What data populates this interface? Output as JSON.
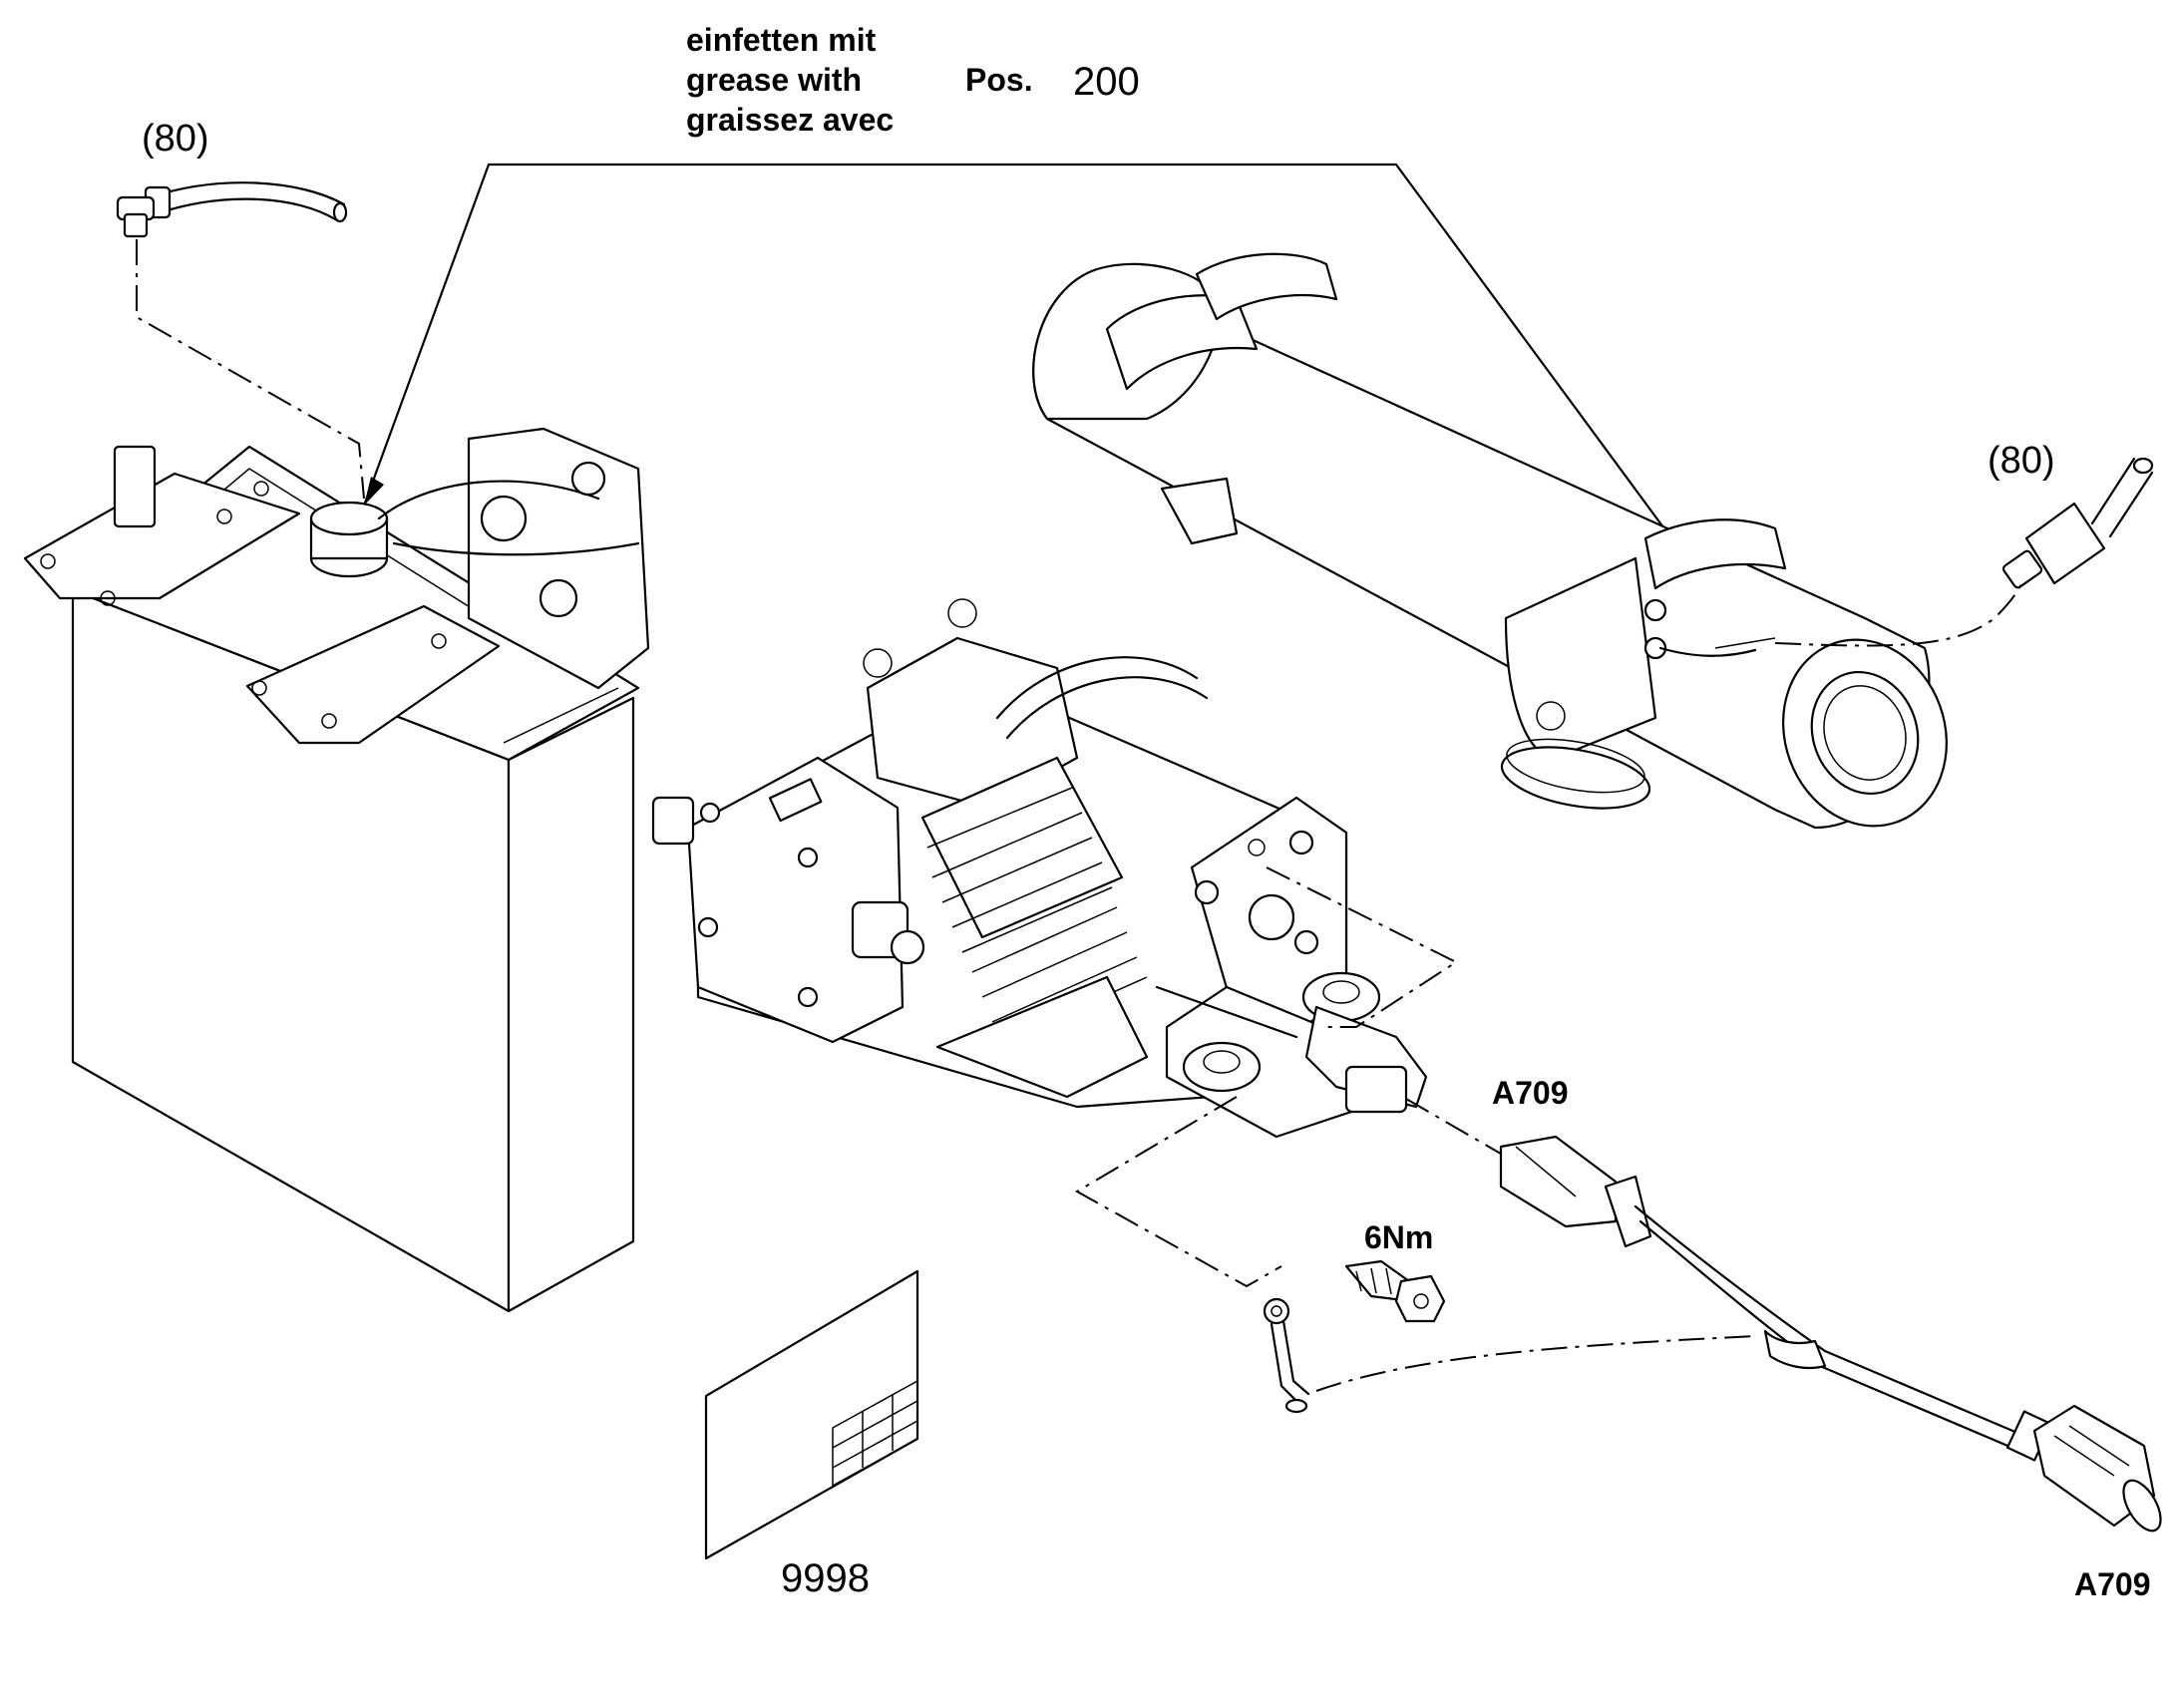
{
  "grease_note": {
    "lines": [
      "einfetten mit",
      "grease with",
      "graissez avec"
    ],
    "pos_label": "Pos.",
    "pos_value": "200"
  },
  "callouts": {
    "hose_ref_left": "(80)",
    "hose_ref_right": "(80)",
    "connector_ref_top": "A709",
    "connector_ref_bottom": "A709",
    "torque": "6Nm",
    "document_ref": "9998"
  },
  "icons": [
    "tank-drawing",
    "heat-exchanger-drawing",
    "dosing-pump-drawing",
    "hose-drawing",
    "cable-harness-drawing",
    "screw-drawing",
    "document-sheet-drawing"
  ]
}
